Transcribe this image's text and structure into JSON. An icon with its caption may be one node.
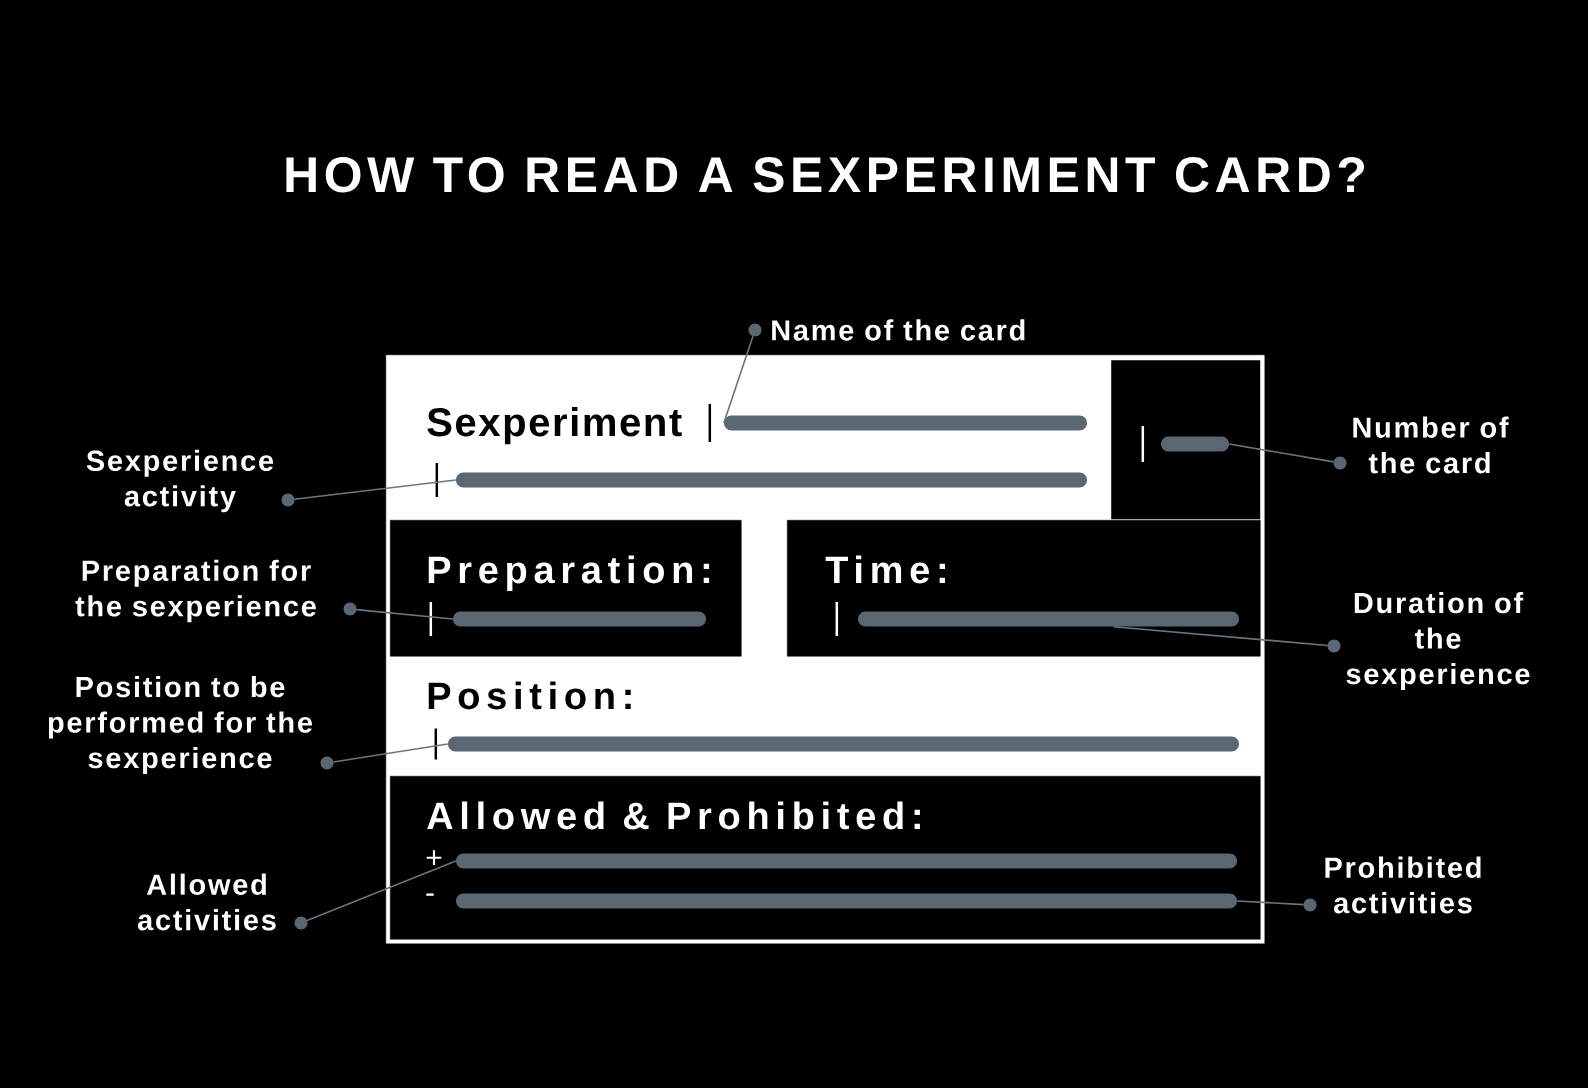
{
  "diagram": {
    "title": "HOW TO READ A SEXPERIMENT CARD?",
    "nodes": [
      {
        "text": [
          "Name of the card"
        ]
      },
      {
        "text": [
          "Sexperiment",
          "Position:"
        ]
      },
      {
        "text": [],
        "shape": "bar",
        "in": 1
      },
      {
        "text": [],
        "shape": "box",
        "in": 1
      },
      {
        "text": [],
        "shape": "bar",
        "in": 3
      },
      {
        "text": [
          "Number of the card"
        ]
      },
      {
        "text": [
          "Sexperience activity"
        ]
      },
      {
        "text": [],
        "shape": "bar",
        "in": 1
      },
      {
        "text": [
          "Preparation:"
        ],
        "in": 1
      },
      {
        "text": [],
        "shape": "bar",
        "in": 8
      },
      {
        "text": [
          "Preparation for the sexperience"
        ]
      },
      {
        "text": [
          "Time:"
        ],
        "in": 1
      },
      {
        "text": [],
        "shape": "bar",
        "in": 11
      },
      {
        "text": [
          "Duration of the sexperience"
        ]
      },
      {
        "text": [
          "Position to be performed for the sexperience"
        ]
      },
      {
        "text": [],
        "shape": "bar",
        "in": 1
      },
      {
        "text": [
          "Allowed & Prohibited:",
          "+",
          "-"
        ],
        "in": 1
      },
      {
        "text": [],
        "shape": "bar",
        "in": 16
      },
      {
        "text": [],
        "shape": "bar",
        "in": 16
      },
      {
        "text": [
          "Allowed activities"
        ]
      },
      {
        "text": [
          "Prohibited activities"
        ]
      }
    ],
    "edges": [
      {
        "from": 0,
        "to": 2,
        "arrow": "none"
      },
      {
        "from": 5,
        "to": 4,
        "arrow": "none"
      },
      {
        "from": 6,
        "to": 7,
        "arrow": "none"
      },
      {
        "from": 10,
        "to": 9,
        "arrow": "none"
      },
      {
        "from": 13,
        "to": 12,
        "arrow": "none"
      },
      {
        "from": 14,
        "to": 15,
        "arrow": "none"
      },
      {
        "from": 19,
        "to": 17,
        "arrow": "none"
      },
      {
        "from": 20,
        "to": 18,
        "arrow": "none"
      }
    ]
  }
}
